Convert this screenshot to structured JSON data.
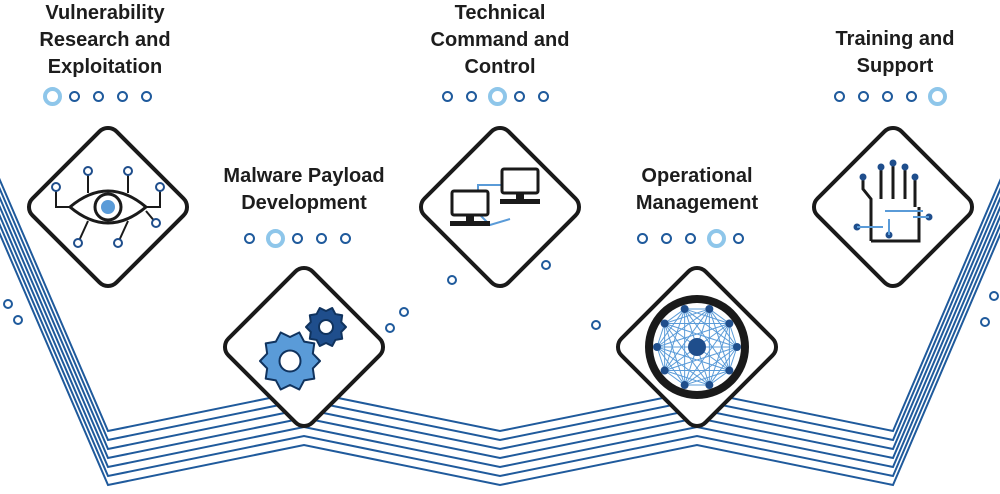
{
  "steps": [
    {
      "title": "Vulnerability\nResearch and\nExploitation",
      "icon": "eye-circuit-icon",
      "active_dot": 0
    },
    {
      "title": "Malware Payload\nDevelopment",
      "icon": "gears-icon",
      "active_dot": 1
    },
    {
      "title": "Technical\nCommand and\nControl",
      "icon": "networked-computers-icon",
      "active_dot": 2
    },
    {
      "title": "Operational\nManagement",
      "icon": "network-web-icon",
      "active_dot": 3
    },
    {
      "title": "Training and\nSupport",
      "icon": "circuit-hand-icon",
      "active_dot": 4
    }
  ],
  "dots_per_step": 5,
  "colors": {
    "line": "#1f5a9c",
    "accent": "#8ec6ea",
    "icon_light": "#5a9bd8",
    "icon_dark": "#1f4e8c",
    "frame": "#1a1a1a",
    "text": "#1d1d1d"
  }
}
